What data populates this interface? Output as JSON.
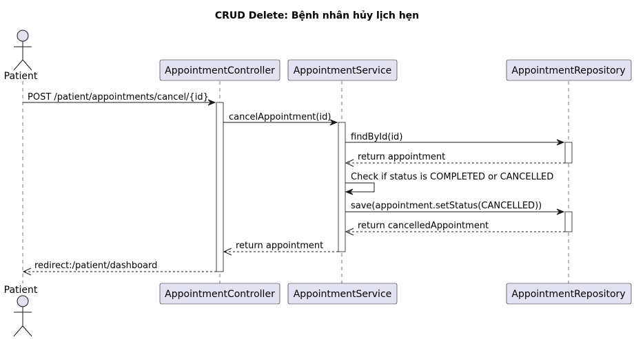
{
  "diagram": {
    "title": "CRUD Delete: Bệnh nhân hủy lịch hẹn",
    "actor": {
      "id": "patient",
      "label": "Patient"
    },
    "participants": [
      {
        "id": "controller",
        "label": "AppointmentController"
      },
      {
        "id": "service",
        "label": "AppointmentService"
      },
      {
        "id": "repository",
        "label": "AppointmentRepository"
      }
    ],
    "messages": [
      {
        "from": "patient",
        "to": "controller",
        "label": "POST /patient/appointments/cancel/{id}",
        "style": "solid"
      },
      {
        "from": "controller",
        "to": "service",
        "label": "cancelAppointment(id)",
        "style": "solid"
      },
      {
        "from": "service",
        "to": "repository",
        "label": "findById(id)",
        "style": "solid"
      },
      {
        "from": "repository",
        "to": "service",
        "label": "return appointment",
        "style": "dashed"
      },
      {
        "from": "service",
        "to": "service",
        "label": "Check if status is COMPLETED or CANCELLED",
        "style": "self"
      },
      {
        "from": "service",
        "to": "repository",
        "label": "save(appointment.setStatus(CANCELLED))",
        "style": "solid"
      },
      {
        "from": "repository",
        "to": "service",
        "label": "return cancelledAppointment",
        "style": "dashed"
      },
      {
        "from": "service",
        "to": "controller",
        "label": "return appointment",
        "style": "dashed"
      },
      {
        "from": "controller",
        "to": "patient",
        "label": "redirect:/patient/dashboard",
        "style": "dashed"
      }
    ]
  },
  "colors": {
    "participant_fill": "#E2E2F0",
    "line": "#181818",
    "background": "#FFFFFF"
  }
}
